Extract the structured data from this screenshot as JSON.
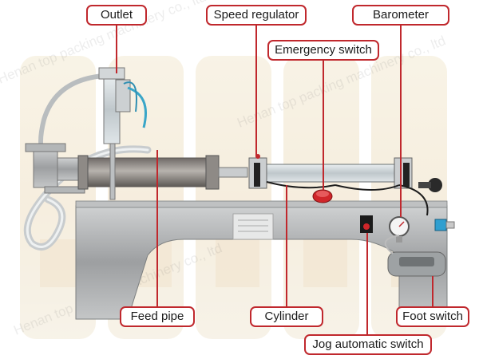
{
  "labels": {
    "outlet": "Outlet",
    "speed_regulator": "Speed regulator",
    "barometer": "Barometer",
    "emergency_switch": "Emergency switch",
    "feed_pipe": "Feed pipe",
    "cylinder": "Cylinder",
    "foot_switch": "Foot switch",
    "jog_automatic_switch": "Jog automatic switch"
  },
  "watermark": "Henan top packing machinery co., ltd",
  "colors": {
    "callout_border": "#c0282d",
    "leader_line": "#c0282d",
    "machine_steel": "#a7aaab",
    "emergency_button": "#d0262a"
  }
}
